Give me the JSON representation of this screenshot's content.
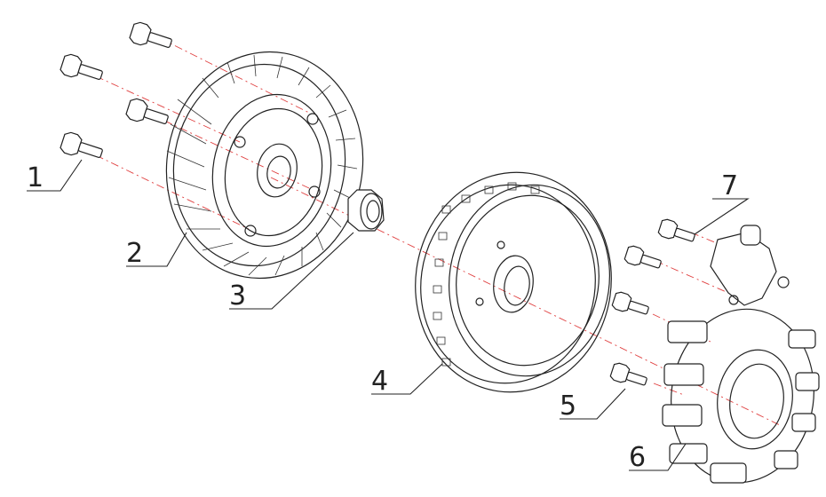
{
  "callouts": [
    {
      "number": "1"
    },
    {
      "number": "2"
    },
    {
      "number": "3"
    },
    {
      "number": "4"
    },
    {
      "number": "5"
    },
    {
      "number": "6"
    },
    {
      "number": "7"
    }
  ],
  "colors": {
    "line": "#222222",
    "axis": "#e04040",
    "background": "#ffffff"
  }
}
